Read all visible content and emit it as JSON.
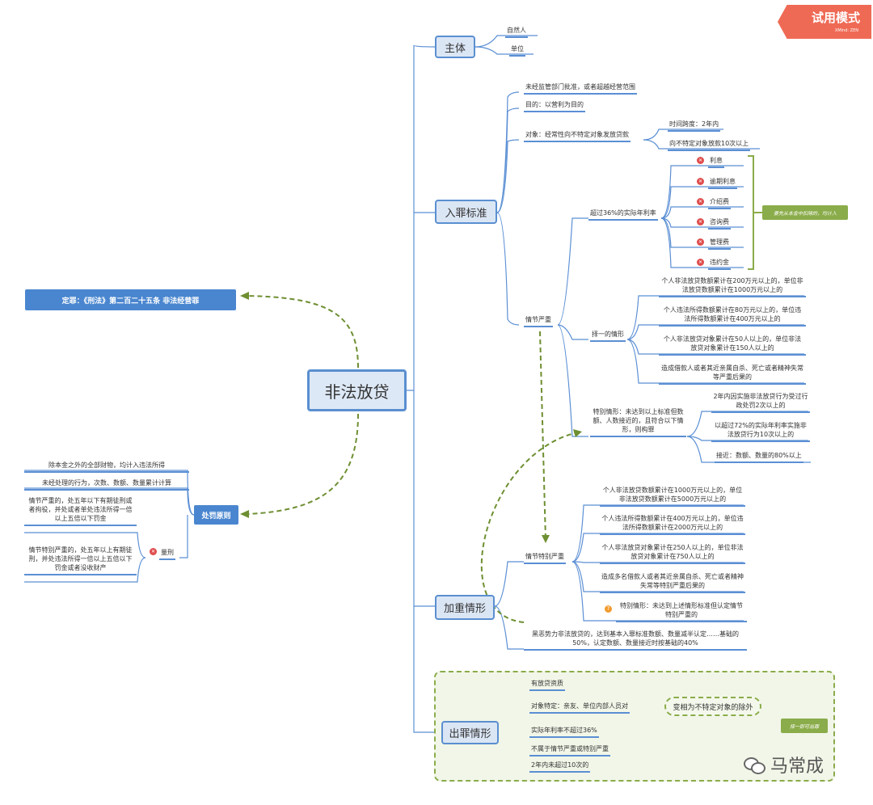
{
  "trial": {
    "title": "试用模式",
    "sub": "XMind: ZEN"
  },
  "root": "非法放贷",
  "left": {
    "conviction": "定罪：《刑法》第二百二十五条  非法经营罪",
    "penalty_label": "处罚原则",
    "penalty_items": [
      "除本金之外的全部财物，均计入违法所得",
      "未经处理的行为，次数、数额、数量累计计算"
    ],
    "sentencing_label": "量刑",
    "sentencing_items": [
      "情节严重的，处五年以下有期徒刑或者拘役，并处或者单处违法所得一倍以上五倍以下罚金",
      "情节特别严重的，处五年以上有期徒刑，并处违法所得一倍以上五倍以下罚金或者没收财产"
    ]
  },
  "subject": {
    "label": "主体",
    "items": [
      "自然人",
      "单位"
    ]
  },
  "entry": {
    "label": "入罪标准",
    "items": [
      "未经监管部门批准，或者超越经营范围",
      "目的：以营利为目的",
      "对象：经常性向不特定对象发放贷款"
    ],
    "object_items": [
      "时间跨度：2年内",
      "向不特定对象放款10次以上"
    ],
    "serious_label": "情节严重",
    "rate_label": "超过36%的实际年利率",
    "rate_items": [
      "利息",
      "逾期利息",
      "介绍费",
      "咨询费",
      "管理费",
      "违约金"
    ],
    "rate_note": "要先从本金中扣除的，均计入",
    "choose_label": "择一的情形",
    "choose_items": [
      "个人非法放贷数额累计在200万元以上的，单位非法放贷数额累计在1000万元以上的",
      "个人违法所得数额累计在80万元以上的，单位违法所得数额累计在400万元以上的",
      "个人非法放贷对象累计在50人以上的，单位非法放贷对象累计在150人以上的",
      "造成借款人或者其近亲属自杀、死亡或者精神失常等严重后果的"
    ],
    "special_label": "特别情形：未达到以上标准但数额、人数接近的，且符合以下情形，则构罪",
    "special_items": [
      "2年内因实施非法放贷行为受过行政处罚2次以上的",
      "以超过72%的实际年利率实施非法放贷行为10次以上的",
      "接近：数额、数量的80%以上"
    ]
  },
  "aggravated": {
    "label": "加重情形",
    "very_serious_label": "情节特别严重",
    "very_serious_items": [
      "个人非法放贷数额累计在1000万元以上的，单位非法放贷数额累计在5000万元以上的",
      "个人违法所得数额累计在400万元以上的，单位违法所得数额累计在2000万元以上的",
      "个人非法放贷对象累计在250人以上的，单位非法放贷对象累计在750人以上的",
      "造成多名借款人或者其近亲属自杀、死亡或者精神失常等特别严重后果的",
      "特别情形：未达到上述情形标准但认定情节特别严重的"
    ],
    "gang": "黑恶势力非法放贷的，达到基本入罪标准数额、数量减半认定……基础的50%，认定数额、数量接近时按基础的40%"
  },
  "exempt": {
    "label": "出罪情形",
    "items": [
      "有放贷资质",
      "对象特定：亲友、单位内部人员对",
      "实际年利率不超过36%",
      "不属于情节严重或特别严重",
      "2年内未超过10次的"
    ],
    "pill": "变相为不特定对象的除外",
    "note": "择一即可出罪"
  },
  "watermark": "马常成",
  "colors": {
    "blue": "#5b8fd4",
    "green": "#8aac4a",
    "red": "#e04d4d",
    "orange": "#f29a2e",
    "trial": "#ef6a55"
  }
}
